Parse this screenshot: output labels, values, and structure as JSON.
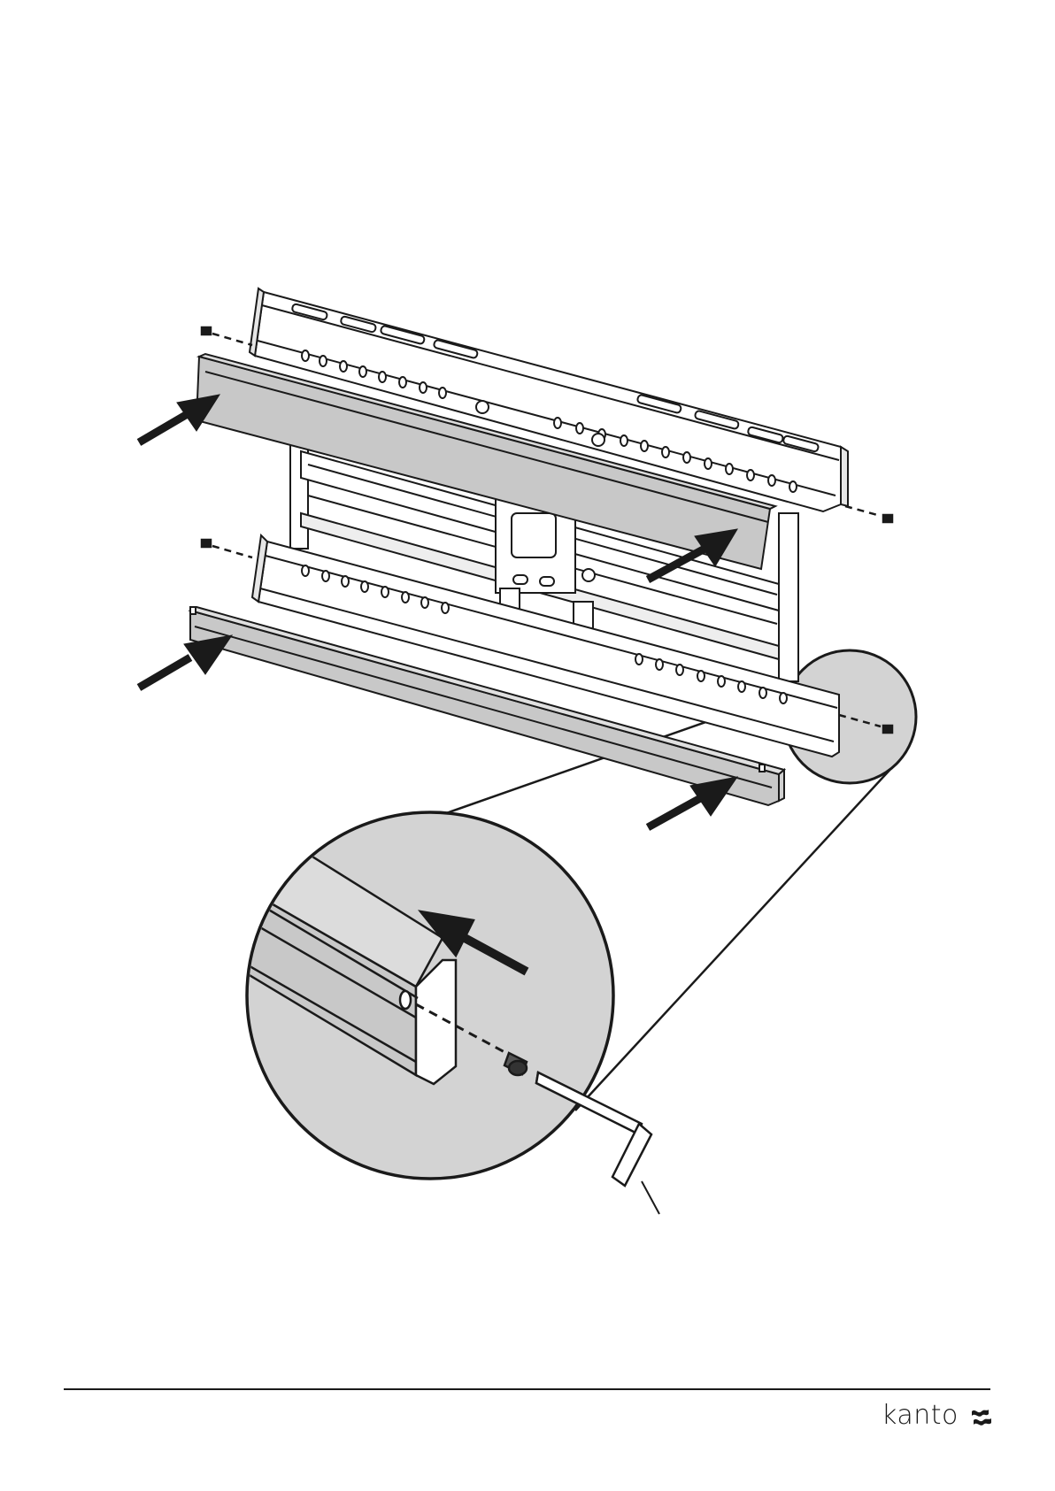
{
  "brand": {
    "name": "kanto",
    "mark_icon": "kanto-wave-logo"
  },
  "colors": {
    "line": "#1a1a1a",
    "metal_light": "#ffffff",
    "cover_gray": "#c8c8c8",
    "zoom_fill": "#d3d3d3"
  },
  "diagram": {
    "subject": "tv-mount-cover-installation",
    "parts": [
      "upper-mounting-rail",
      "lower-mounting-rail",
      "upper-cover",
      "lower-cover",
      "center-bracket",
      "side-posts",
      "screw",
      "hex-key"
    ],
    "arrow_count": 5,
    "screw_count": 5,
    "callouts": [
      "zoom-detail-lower-cover-end"
    ]
  }
}
